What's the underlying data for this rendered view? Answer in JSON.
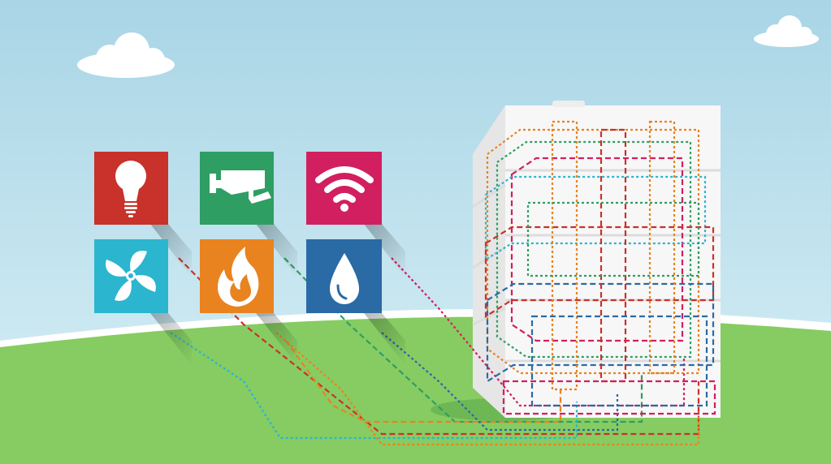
{
  "scene": {
    "colors": {
      "sky_top": "#a9d5e6",
      "sky_bottom": "#d9f0f6",
      "grass": "#86cc62",
      "grass_dark": "#6fbd4f",
      "building": "#f7f7f7",
      "building_side": "#e6e6e6"
    }
  },
  "tiles": [
    {
      "name": "lighting",
      "icon": "lightbulb-icon",
      "color": "#c8322b"
    },
    {
      "name": "security-camera",
      "icon": "camera-icon",
      "color": "#2f9e63"
    },
    {
      "name": "wifi",
      "icon": "wifi-icon",
      "color": "#d21f5f"
    },
    {
      "name": "hvac-fan",
      "icon": "fan-icon",
      "color": "#2bb5cf"
    },
    {
      "name": "gas-heating",
      "icon": "flame-icon",
      "color": "#e98320"
    },
    {
      "name": "water",
      "icon": "water-drop-icon",
      "color": "#2a6aa5"
    }
  ],
  "wire_colors": [
    "#c8322b",
    "#2f9e63",
    "#d21f5f",
    "#2bb5cf",
    "#e98320",
    "#2a6aa5"
  ]
}
